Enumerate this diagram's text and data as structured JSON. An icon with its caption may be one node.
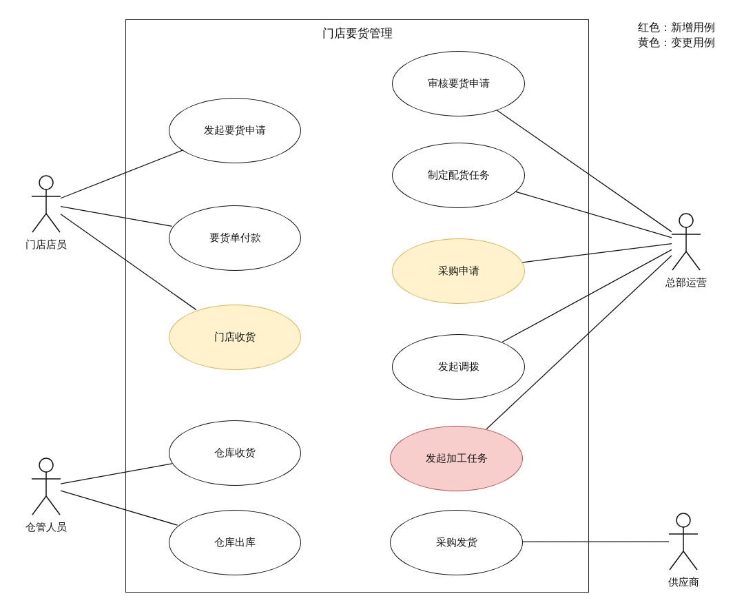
{
  "diagram": {
    "title": "门店要货管理",
    "nodes": [
      {
        "text": [],
        "shape": "box"
      },
      {
        "text": [
          "发起要货申请"
        ],
        "in": 0
      },
      {
        "text": [
          "要货单付款"
        ],
        "in": 0
      },
      {
        "text": [
          "门店收货"
        ],
        "in": 0
      },
      {
        "text": [
          "仓库收货"
        ],
        "in": 0
      },
      {
        "text": [
          "仓库出库"
        ],
        "in": 0
      },
      {
        "text": [
          "审核要货申请"
        ],
        "in": 0
      },
      {
        "text": [
          "制定配货任务"
        ],
        "in": 0
      },
      {
        "text": [
          "采购申请"
        ],
        "in": 0
      },
      {
        "text": [
          "发起调拨"
        ],
        "in": 0
      },
      {
        "text": [
          "发起加工任务"
        ],
        "in": 0
      },
      {
        "text": [
          "采购发货"
        ],
        "in": 0
      },
      {
        "text": [],
        "shape": "person",
        "beside": [
          "门店店员"
        ]
      },
      {
        "text": [],
        "shape": "person",
        "beside": [
          "仓管人员"
        ]
      },
      {
        "text": [],
        "shape": "person",
        "beside": [
          "总部运营"
        ]
      },
      {
        "text": [],
        "shape": "person",
        "beside": [
          "供应商"
        ]
      }
    ],
    "edges": [
      {
        "from": 12,
        "to": 1,
        "arrow": "none"
      },
      {
        "from": 12,
        "to": 2,
        "arrow": "none"
      },
      {
        "from": 12,
        "to": 3,
        "arrow": "none"
      },
      {
        "from": 13,
        "to": 4,
        "arrow": "none"
      },
      {
        "from": 13,
        "to": 5,
        "arrow": "none"
      },
      {
        "from": 14,
        "to": 6,
        "arrow": "none"
      },
      {
        "from": 14,
        "to": 7,
        "arrow": "none"
      },
      {
        "from": 14,
        "to": 8,
        "arrow": "none"
      },
      {
        "from": 14,
        "to": 9,
        "arrow": "none"
      },
      {
        "from": 14,
        "to": 10,
        "arrow": "none"
      },
      {
        "from": 15,
        "to": 11,
        "arrow": "none"
      }
    ],
    "labels": [
      "红色：新增用例",
      "黄色：变更用例"
    ]
  }
}
